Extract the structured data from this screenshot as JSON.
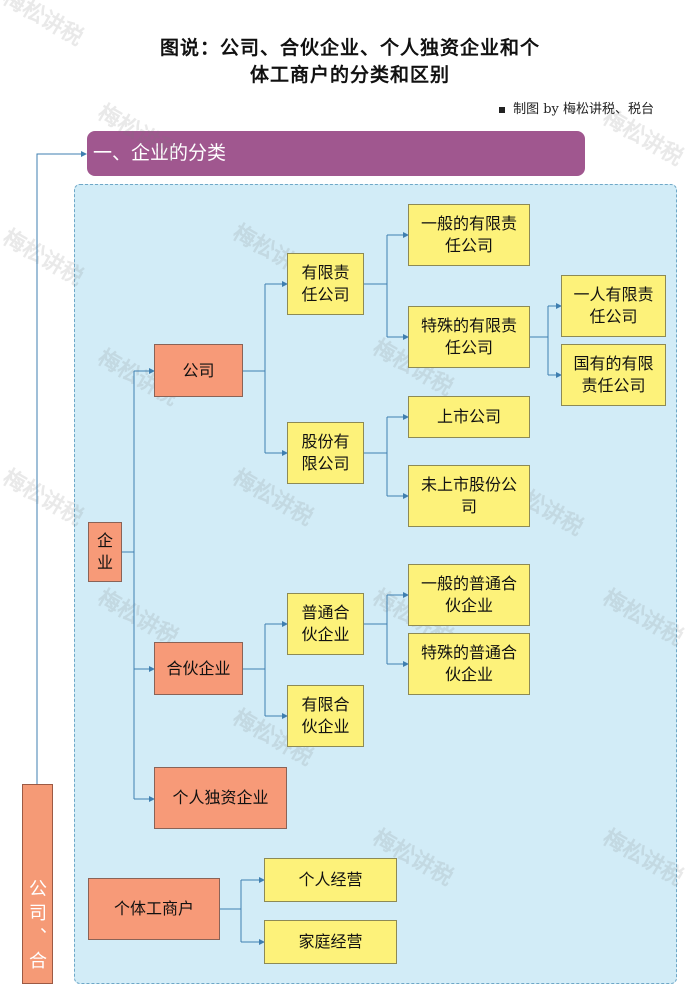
{
  "title": {
    "line1": "图说：公司、合伙企业、个人独资企业和个",
    "line2": "体工商户的分类和区别"
  },
  "credit": "制图 by 梅松讲税、税台",
  "section_header": "一、企业的分类",
  "sidebar_label": "公司、合",
  "watermark": "梅松讲税",
  "nodes": {
    "enterprise": "企业",
    "company": "公司",
    "llc": "有限责任公司",
    "general_llc": "一般的有限责任公司",
    "special_llc": "特殊的有限责任公司",
    "one_person_llc": "一人有限责任公司",
    "state_owned_llc": "国有的有限责任公司",
    "joint_stock": "股份有限公司",
    "listed": "上市公司",
    "unlisted": "未上市股份公司",
    "partnership": "合伙企业",
    "general_partnership": "普通合伙企业",
    "ordinary_general_partnership": "一般的普通合伙企业",
    "special_general_partnership": "特殊的普通合伙企业",
    "limited_partnership": "有限合伙企业",
    "sole_proprietorship": "个人独资企业",
    "individual_business": "个体工商户",
    "individual_operation": "个人经营",
    "family_operation": "家庭经营"
  },
  "colors": {
    "section_header": "#a0578f",
    "panel": "#d2ecf7",
    "primary_node": "#f79a78",
    "secondary_node": "#fdf27a",
    "connector": "#3f7fb0"
  }
}
